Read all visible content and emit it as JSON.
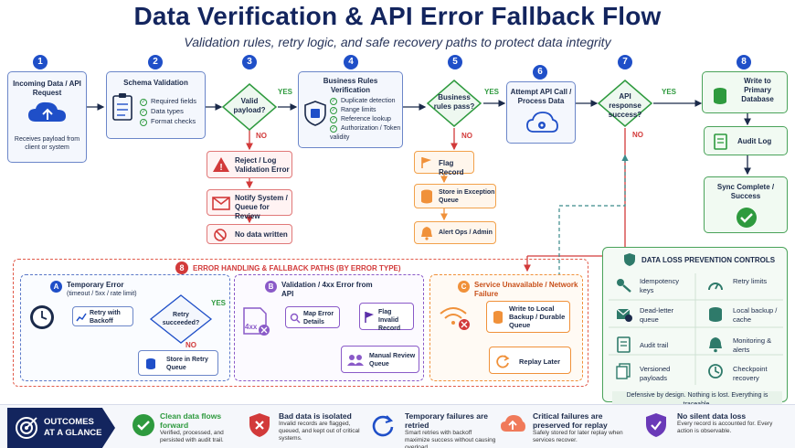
{
  "header": {
    "title": "Data Verification & API Error Fallback Flow",
    "subtitle": "Validation rules, retry logic, and safe recovery paths to protect data integrity"
  },
  "steps": {
    "s1": {
      "num": "1",
      "title": "Incoming Data / API Request",
      "desc": "Receives payload from client or system"
    },
    "s2": {
      "num": "2",
      "title": "Schema Validation",
      "checks": [
        "Required fields",
        "Data types",
        "Format checks"
      ]
    },
    "s3": {
      "num": "3",
      "question": "Valid payload?",
      "yes": "YES",
      "no": "NO"
    },
    "s4": {
      "num": "4",
      "title": "Business Rules Verification",
      "checks": [
        "Duplicate detection",
        "Range limits",
        "Reference lookup",
        "Authorization / Token validity"
      ]
    },
    "s5": {
      "num": "5",
      "question": "Business rules pass?",
      "yes": "YES",
      "no": "NO"
    },
    "s6": {
      "num": "6",
      "title": "Attempt API Call / Process Data"
    },
    "s7": {
      "num": "7",
      "question": "API response success?",
      "yes": "YES",
      "no": "NO"
    },
    "s8": {
      "num": "8",
      "title": "Write to Primary Database",
      "audit": "Audit Log",
      "sync": "Sync Complete / Success"
    }
  },
  "reject_path": [
    "Reject / Log Validation Error",
    "Notify System / Queue for Review",
    "No data written"
  ],
  "flag_path": [
    "Flag Record",
    "Store in Exception Queue",
    "Alert Ops / Admin"
  ],
  "error_handling": {
    "num": "8",
    "title": "ERROR HANDLING & FALLBACK PATHS (BY ERROR TYPE)",
    "a": {
      "badge": "A",
      "title": "Temporary Error",
      "sub": "(timeout / 5xx / rate limit)",
      "retry": "Retry with Backoff",
      "question": "Retry succeeded?",
      "yes": "YES",
      "no": "NO",
      "store": "Store in Retry Queue"
    },
    "b": {
      "badge": "B",
      "title": "Validation / 4xx Error from API",
      "code": "4xx",
      "map": "Map Error Details",
      "flag": "Flag Invalid Record",
      "manual": "Manual Review Queue"
    },
    "c": {
      "badge": "C",
      "title": "Service Unavailable / Network Failure",
      "write": "Write to Local Backup / Durable Queue",
      "replay": "Replay Later"
    }
  },
  "dlp": {
    "title": "DATA LOSS PREVENTION CONTROLS",
    "items": [
      "Idempotency keys",
      "Retry limits",
      "Dead-letter queue",
      "Local backup / cache",
      "Audit trail",
      "Monitoring & alerts",
      "Versioned payloads",
      "Checkpoint recovery"
    ],
    "footer": "Defensive by design. Nothing is lost. Everything is traceable."
  },
  "outcomes": {
    "label_1": "OUTCOMES",
    "label_2": "AT A GLANCE",
    "items": [
      {
        "title": "Clean data flows forward",
        "desc": "Verified, processed, and persisted with audit trail."
      },
      {
        "title": "Bad data is isolated",
        "desc": "Invalid records are flagged, queued, and kept out of critical systems."
      },
      {
        "title": "Temporary failures are retried",
        "desc": "Smart retries with backoff maximize success without causing overload."
      },
      {
        "title": "Critical failures are preserved for replay",
        "desc": "Safely stored for later replay when services recover."
      },
      {
        "title": "No silent data loss",
        "desc": "Every record is accounted for. Every action is observable."
      }
    ]
  },
  "colors": {
    "accent": "#1f4fc8",
    "success": "#2e9a3e",
    "error": "#d23a3a",
    "warning": "#f0913a",
    "purple": "#8a5ac8"
  }
}
